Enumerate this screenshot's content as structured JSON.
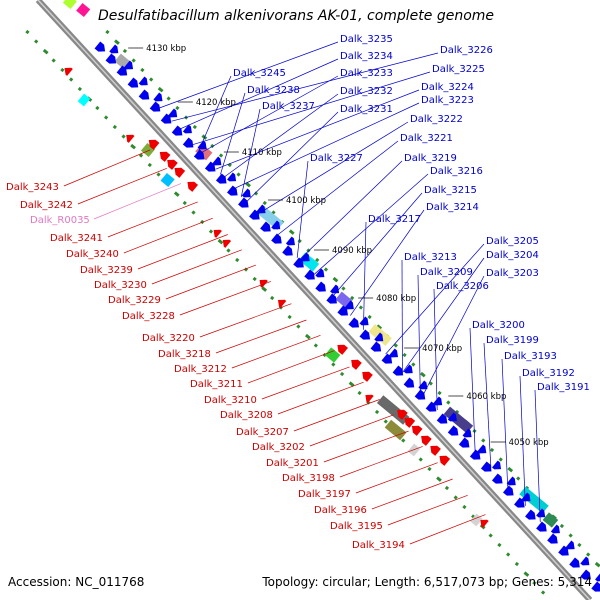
{
  "title": "Desulfatibacillum alkenivorans AK-01, complete genome",
  "footer": {
    "accession": "Accession: NC_011768",
    "summary": "Topology: circular; Length: 6,517,073 bp; Genes: 5,314"
  },
  "colors": {
    "plus_label": "#0000cc",
    "minus_label": "#cc0000",
    "rna_label": "#e377c2",
    "plus_gene": "#0000ee",
    "minus_gene": "#ee0000"
  },
  "ticks": [
    "4130 kbp",
    "4120 kbp",
    "4110 kbp",
    "4100 kbp",
    "4090 kbp",
    "4080 kbp",
    "4070 kbp",
    "4060 kbp",
    "4050 kbp"
  ],
  "plus_labels": [
    "Dalk_3235",
    "Dalk_3226",
    "Dalk_3234",
    "Dalk_3225",
    "Dalk_3245",
    "Dalk_3233",
    "Dalk_3224",
    "Dalk_3238",
    "Dalk_3232",
    "Dalk_3223",
    "Dalk_3237",
    "Dalk_3231",
    "Dalk_3222",
    "Dalk_3221",
    "Dalk_3227",
    "Dalk_3219",
    "Dalk_3216",
    "Dalk_3215",
    "Dalk_3214",
    "Dalk_3217",
    "Dalk_3205",
    "Dalk_3213",
    "Dalk_3204",
    "Dalk_3209",
    "Dalk_3203",
    "Dalk_3206",
    "Dalk_3200",
    "Dalk_3199",
    "Dalk_3193",
    "Dalk_3192",
    "Dalk_3191"
  ],
  "minus_labels": [
    "Dalk_3243",
    "Dalk_3242",
    "Dalk_R0035",
    "Dalk_3241",
    "Dalk_3240",
    "Dalk_3239",
    "Dalk_3230",
    "Dalk_3229",
    "Dalk_3228",
    "Dalk_3220",
    "Dalk_3218",
    "Dalk_3212",
    "Dalk_3211",
    "Dalk_3210",
    "Dalk_3208",
    "Dalk_3207",
    "Dalk_3202",
    "Dalk_3201",
    "Dalk_3198",
    "Dalk_3197",
    "Dalk_3196",
    "Dalk_3195",
    "Dalk_3194"
  ]
}
